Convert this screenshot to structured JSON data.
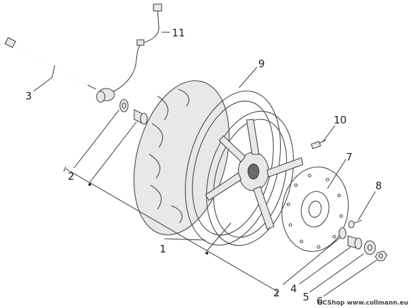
{
  "labels": {
    "l1": "1",
    "l2a": "2",
    "l2b": "2",
    "l3": "3",
    "l4": "4",
    "l5": "5",
    "l6": "6",
    "l7": "7",
    "l8": "8",
    "l9": "9",
    "l10": "10",
    "l11": "11"
  },
  "watermark": "HCShop www.collmann.eu"
}
